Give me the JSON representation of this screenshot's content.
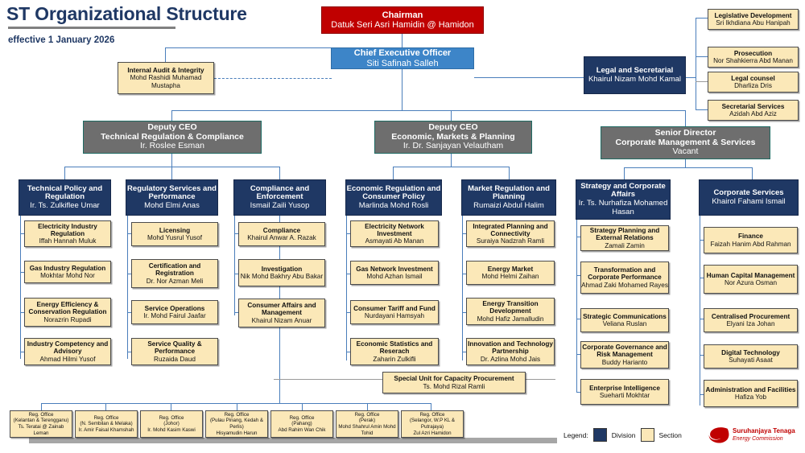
{
  "header": {
    "title": "ST Organizational Structure",
    "subtitle": "effective 1 January 2026"
  },
  "legend": {
    "label": "Legend:",
    "division_label": "Division",
    "section_label": "Section",
    "division_color": "#1f3864",
    "section_color": "#fbe8b8"
  },
  "logo": {
    "name": "Suruhanjaya Tenaga",
    "subtitle": "Energy Commission",
    "color": "#c00000"
  },
  "top": {
    "chairman": {
      "title": "Chairman",
      "name": "Datuk Seri Asri Hamidin @ Hamidon",
      "color": "#c00000"
    },
    "ceo": {
      "title": "Chief Executive Officer",
      "name": "Siti Safinah Salleh",
      "color": "#3d85c8"
    },
    "internal_audit": {
      "title": "Internal Audit & Integrity",
      "name": "Mohd Rashidi Muhamad Mustapha"
    },
    "legal": {
      "title": "Legal and Secretarial",
      "name": "Khairul Nizam Mohd Kamal"
    }
  },
  "legal_sections": [
    {
      "title": "Legislative Development",
      "name": "Sri Ikhdiana Abu Hanipah"
    },
    {
      "title": "Prosecution",
      "name": "Nor Shahkierra Abd Manan"
    },
    {
      "title": "Legal counsel",
      "name": "Dharliza Dris"
    },
    {
      "title": "Secretarial Services",
      "name": "Azidah Abd Aziz"
    }
  ],
  "deputies": [
    {
      "title": "Deputy CEO",
      "subtitle": "Technical Regulation & Compliance",
      "name": "Ir. Roslee Esman"
    },
    {
      "title": "Deputy CEO",
      "subtitle": "Economic, Markets & Planning",
      "name": "Ir. Dr. Sanjayan Velautham"
    },
    {
      "title": "Senior Director",
      "subtitle": "Corporate Management & Services",
      "name": "Vacant"
    }
  ],
  "divisions": [
    {
      "title": "Technical Policy and Regulation",
      "name": "Ir. Ts. Zulkiflee Umar",
      "sections": [
        {
          "title": "Electricity Industry Regulation",
          "name": "Iffah Hannah Muluk"
        },
        {
          "title": "Gas Industry Regulation",
          "name": "Mokhtar Mohd Nor"
        },
        {
          "title": "Energy Efficiency & Conservation Regulation",
          "name": "Norazrin Rupadi"
        },
        {
          "title": "Industry Competency and Advisory",
          "name": "Ahmad Hilmi Yusof"
        }
      ]
    },
    {
      "title": "Regulatory Services and Performance",
      "name": "Mohd Elmi Anas",
      "sections": [
        {
          "title": "Licensing",
          "name": "Mohd Yusrul Yusof"
        },
        {
          "title": "Certification and Registration",
          "name": "Dr. Nor Azman Meli"
        },
        {
          "title": "Service Operations",
          "name": "Ir. Mohd Fairul Jaafar"
        },
        {
          "title": "Service Quality & Performance",
          "name": "Ruzaida Daud"
        }
      ]
    },
    {
      "title": "Compliance and Enforcement",
      "name": "Ismail Zaili Yusop",
      "sections": [
        {
          "title": "Compliance",
          "name": "Khairul Anwar A. Razak"
        },
        {
          "title": "Investigation",
          "name": "Nik Mohd Bakhry Abu Bakar"
        },
        {
          "title": "Consumer Affairs and Management",
          "name": "Khairul Nizam Anuar"
        }
      ]
    },
    {
      "title": "Economic Regulation and Consumer Policy",
      "name": "Marlinda Mohd Rosli",
      "sections": [
        {
          "title": "Electricity Network Investment",
          "name": "Asmayati Ab Manan"
        },
        {
          "title": "Gas Network Investment",
          "name": "Mohd Azhan Ismail"
        },
        {
          "title": "Consumer Tariff and Fund",
          "name": "Nurdayani Hamsyah"
        },
        {
          "title": "Economic Statistics and Reserach",
          "name": "Zaharin Zulkifli"
        }
      ]
    },
    {
      "title": "Market Regulation and Planning",
      "name": "Rumaizi Abdul Halim",
      "sections": [
        {
          "title": "Integrated Planning and Connectivity",
          "name": "Suraiya Nadzrah Ramli"
        },
        {
          "title": "Energy Market",
          "name": "Mohd Helmi Zaihan"
        },
        {
          "title": "Energy Transition Development",
          "name": "Mohd Hafiz Jamalludin"
        },
        {
          "title": "Innovation and Technology Partnership",
          "name": "Dr. Azlina Mohd Jais"
        }
      ]
    },
    {
      "title": "Strategy and Corporate Affairs",
      "name": "Ir. Ts. Nurhafiza Mohamed Hasan",
      "sections": [
        {
          "title": "Strategy Planning and External Relations",
          "name": "Zamali Zamin"
        },
        {
          "title": "Transformation and Corporate Performance",
          "name": "Ahmad Zaki Mohamed Rayes"
        },
        {
          "title": "Strategic Communications",
          "name": "Veliana Ruslan"
        },
        {
          "title": "Corporate Governance and Risk Management",
          "name": "Buddy Harianto"
        },
        {
          "title": "Enterprise Intelligence",
          "name": "Sueharti Mokhtar"
        }
      ]
    },
    {
      "title": "Corporate Services",
      "name": "Khairol Fahami Ismail",
      "sections": [
        {
          "title": "Finance",
          "name": "Faizah Hanim Abd Rahman"
        },
        {
          "title": "Human Capital Management",
          "name": "Nor Azura Osman"
        },
        {
          "title": "Centralised Procurement",
          "name": "Elyani Iza Johan"
        },
        {
          "title": "Digital Technology",
          "name": "Suhayati Asaat"
        },
        {
          "title": "Administration and Facilities",
          "name": "Hafiza Yob"
        }
      ]
    }
  ],
  "special_unit": {
    "title": "Special Unit for Capacity Procurement",
    "name": "Ts. Mohd Rizal Ramli"
  },
  "regional_offices": [
    {
      "line1": "Reg. Office",
      "line2": "(Kelantan & Terengganu)",
      "line3": "Ts. Teratai @ Zainab Leman"
    },
    {
      "line1": "Reg. Office",
      "line2": "(N. Sembilan & Melaka)",
      "line3": "Ir. Amir Faisal Khamshah"
    },
    {
      "line1": "Reg. Office",
      "line2": "(Johor)",
      "line3": "Ir. Mohd Kasim Kaswi"
    },
    {
      "line1": "Reg. Office",
      "line2": "(Pulau Pinang, Kedah & Perlis)",
      "line3": "Hisyamudin Harun"
    },
    {
      "line1": "Reg. Office",
      "line2": "(Pahang)",
      "line3": "Abd Rahim Wan Chik"
    },
    {
      "line1": "Reg. Office",
      "line2": "(Perak)",
      "line3": "Mohd Shahrul Amin Mohd Tohid"
    },
    {
      "line1": "Reg. Office",
      "line2": "(Selangor, W.P KL & Putrajaya)",
      "line3": "Zul Azri Hamidon"
    }
  ]
}
